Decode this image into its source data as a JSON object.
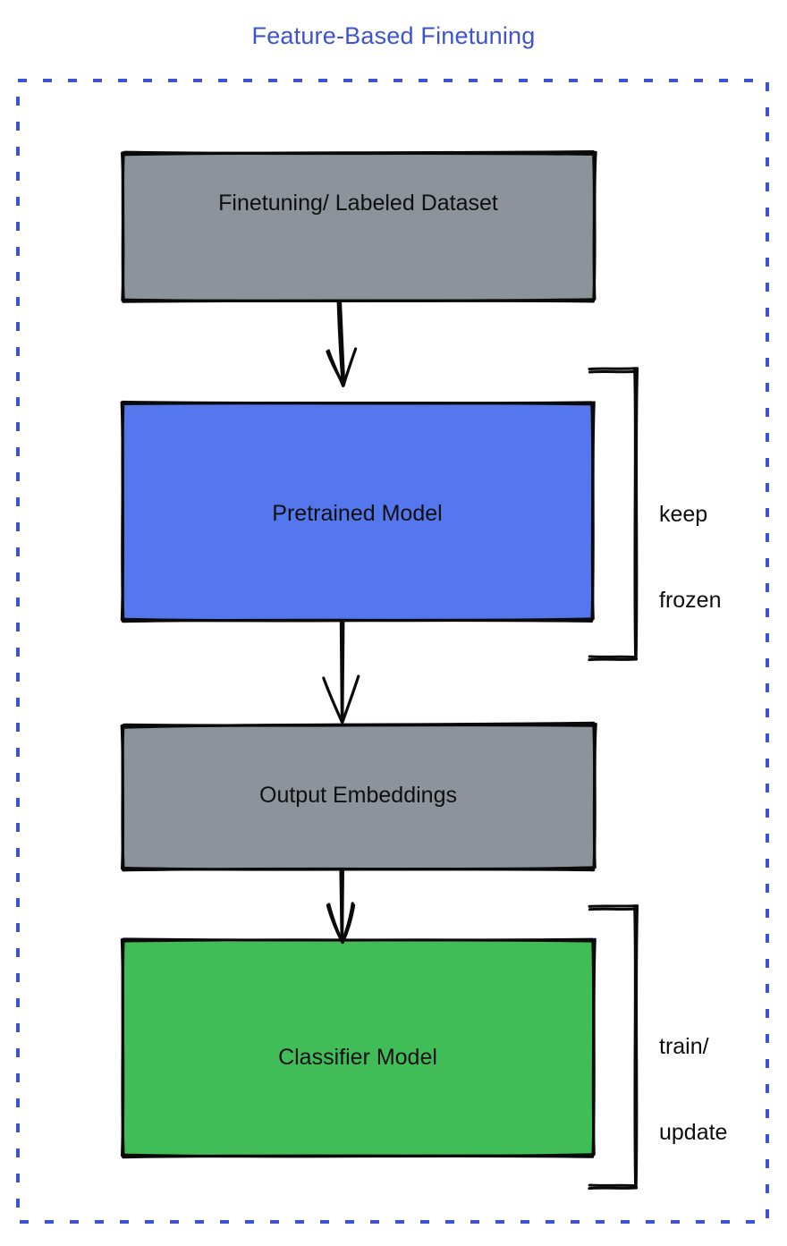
{
  "diagram": {
    "title": "Feature-Based Finetuning",
    "title_color": "#3d53cf",
    "frame": {
      "name": "dashed-container",
      "border_style": "dashed",
      "border_color": "#3d53cf"
    },
    "nodes": [
      {
        "id": "dataset",
        "label": "Finetuning/ Labeled Dataset",
        "fill": "#8c939b",
        "stroke": "#000000",
        "shape": "rectangle"
      },
      {
        "id": "pretrained",
        "label": "Pretrained Model",
        "fill": "#5577ee",
        "stroke": "#000000",
        "shape": "rectangle"
      },
      {
        "id": "embeddings",
        "label": "Output Embeddings",
        "fill": "#8c939b",
        "stroke": "#000000",
        "shape": "rectangle"
      },
      {
        "id": "classifier",
        "label": "Classifier Model",
        "fill": "#40bd57",
        "stroke": "#000000",
        "shape": "rectangle"
      }
    ],
    "edges": [
      {
        "id": "edge-dataset-pretrained",
        "from": "dataset",
        "to": "pretrained",
        "label": ""
      },
      {
        "id": "edge-pretrained-embeddings",
        "from": "pretrained",
        "to": "embeddings",
        "label": ""
      },
      {
        "id": "edge-embeddings-classifier",
        "from": "embeddings",
        "to": "classifier",
        "label": ""
      }
    ],
    "annotations": [
      {
        "id": "keep-frozen",
        "text": "keep\nfrozen",
        "line1": "keep",
        "line2": "frozen",
        "targets": [
          "pretrained"
        ],
        "bracket": true
      },
      {
        "id": "train-update",
        "text": "train/\nupdate",
        "line1": "train/",
        "line2": "update",
        "targets": [
          "classifier"
        ],
        "bracket": true
      }
    ]
  }
}
